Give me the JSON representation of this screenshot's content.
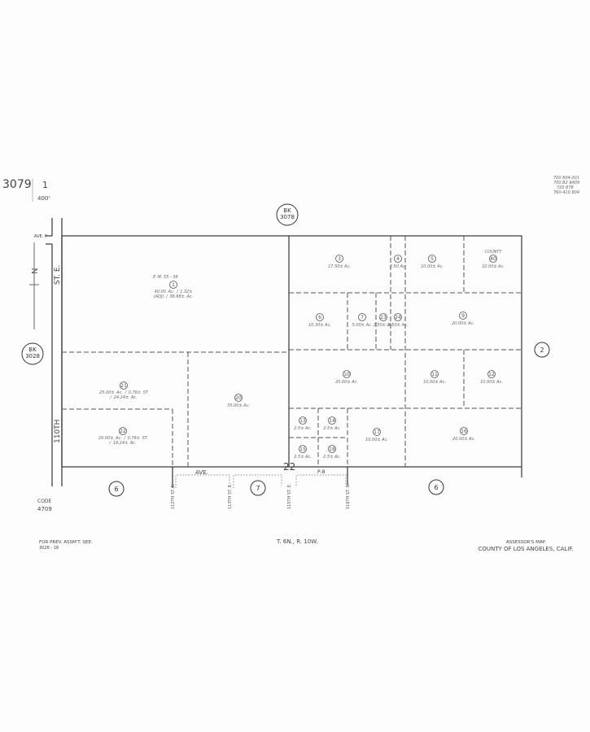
{
  "header": {
    "book": "3079",
    "page": "1",
    "scale": "400'",
    "top_right_notes": [
      "700 804-301",
      "700 B2 6A09",
      "720 878",
      "760-410 804"
    ]
  },
  "adjacent": {
    "top_book": "BK 3078",
    "left_book": "BK 3028",
    "right_page": "2",
    "bottom_pages": [
      "6",
      "7",
      "6"
    ]
  },
  "streets": {
    "ave_p_label": "AVE. P",
    "st_e": "ST. E.",
    "tenth": "110TH",
    "ave": "AVE.",
    "p8": "P-8",
    "section": "22",
    "streets_bottom": [
      "112TH ST. E.",
      "113TH ST. E.",
      "115TH ST. E.",
      "116TH ST. E."
    ],
    "pm_note": "P. M. 55 - 38"
  },
  "parcels": [
    {
      "id": "1",
      "area": "40.00 Ac. / 1.32± (ADJ) / 38.68± Ac."
    },
    {
      "id": "3",
      "area": "17.50± Ac."
    },
    {
      "id": "4",
      "area": "2.50 Ac."
    },
    {
      "id": "5",
      "area": "10.00± Ac."
    },
    {
      "id": "40",
      "area": "10.00± Ac.",
      "note": "COUNTY"
    },
    {
      "id": "6",
      "area": "10.30± Ac."
    },
    {
      "id": "7",
      "area": "5.00± Ac."
    },
    {
      "id": "23",
      "area": "2.50± Ac."
    },
    {
      "id": "24",
      "area": "2.50± Ac."
    },
    {
      "id": "9",
      "area": "20.00± Ac."
    },
    {
      "id": "10",
      "area": "20.00± Ac."
    },
    {
      "id": "11",
      "area": "10.00± Ac."
    },
    {
      "id": "12",
      "area": "10.00± Ac."
    },
    {
      "id": "13",
      "area": "2.5± Ac."
    },
    {
      "id": "14",
      "area": "2.5± Ac."
    },
    {
      "id": "15",
      "area": "2.5± Ac."
    },
    {
      "id": "18",
      "area": "2.5± Ac."
    },
    {
      "id": "17",
      "area": "10.00± Ac."
    },
    {
      "id": "16",
      "area": "20.00± Ac."
    },
    {
      "id": "20",
      "area": "35.00± Ac."
    },
    {
      "id": "21",
      "area": "25.00± Ac. / 0.76± ST / 24.24± Ac."
    },
    {
      "id": "22",
      "area": "20.00± Ac. / 0.76± ST / 19.24± Ac."
    }
  ],
  "footer": {
    "code_label": "CODE",
    "code": "4709",
    "prev_label": "FOR PREV. ASSM'T. SEE:",
    "prev_ref": "3026 - 18",
    "township": "T. 6N., R. 10W.",
    "title_line1": "ASSESSOR'S MAP",
    "title_line2": "COUNTY OF LOS ANGELES, CALIF."
  }
}
